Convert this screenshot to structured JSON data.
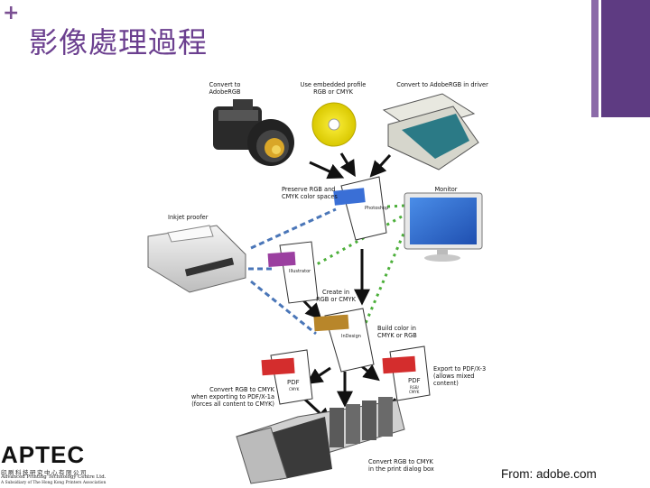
{
  "header": {
    "title": "影像處理過程",
    "plus_glyph": "+"
  },
  "colors": {
    "accent_purple": "#5e3b82",
    "light_purple": "#8b6aa8",
    "arrow": "#111111",
    "blue_dash": "#4a76b8",
    "green_dot": "#4caf3a"
  },
  "captions": {
    "camera": "Convert to\nAdobeRGB",
    "cd": "Use embedded profile\nRGB or CMYK",
    "scanner": "Convert to AdobeRGB in driver",
    "preserve": "Preserve RGB and\nCMYK color spaces",
    "monitor": "Monitor",
    "inkjet": "Inkjet proofer",
    "create": "Create in\nRGB or CMYK",
    "build": "Build color in\nCMYK or RGB",
    "convert_x1a": "Convert RGB to CMYK\nwhen exporting to PDF/X-1a\n(forces all content to CMYK)",
    "export_x3": "Export to PDF/X-3\n(allows mixed\ncontent)",
    "print_dialog": "Convert RGB to CMYK\nin the print dialog box"
  },
  "documents": {
    "photoshop": "Photoshop",
    "illustrator": "Illustrator",
    "indesign": "InDesign",
    "pdf_left_1": "PDF",
    "pdf_left_2": "CMYK",
    "pdf_right_1": "PDF",
    "pdf_right_2": "RGB/",
    "pdf_right_3": "CMYK"
  },
  "footer": {
    "source": "From: adobe.com",
    "logo_text": "APTEC",
    "logo_chinese": "印刷科技研究中心有限公司",
    "logo_english": "Advanced Printing Technology Centre Ltd.",
    "logo_subsidiary": "A Subsidiary of The Hong Kong Printers Association"
  }
}
